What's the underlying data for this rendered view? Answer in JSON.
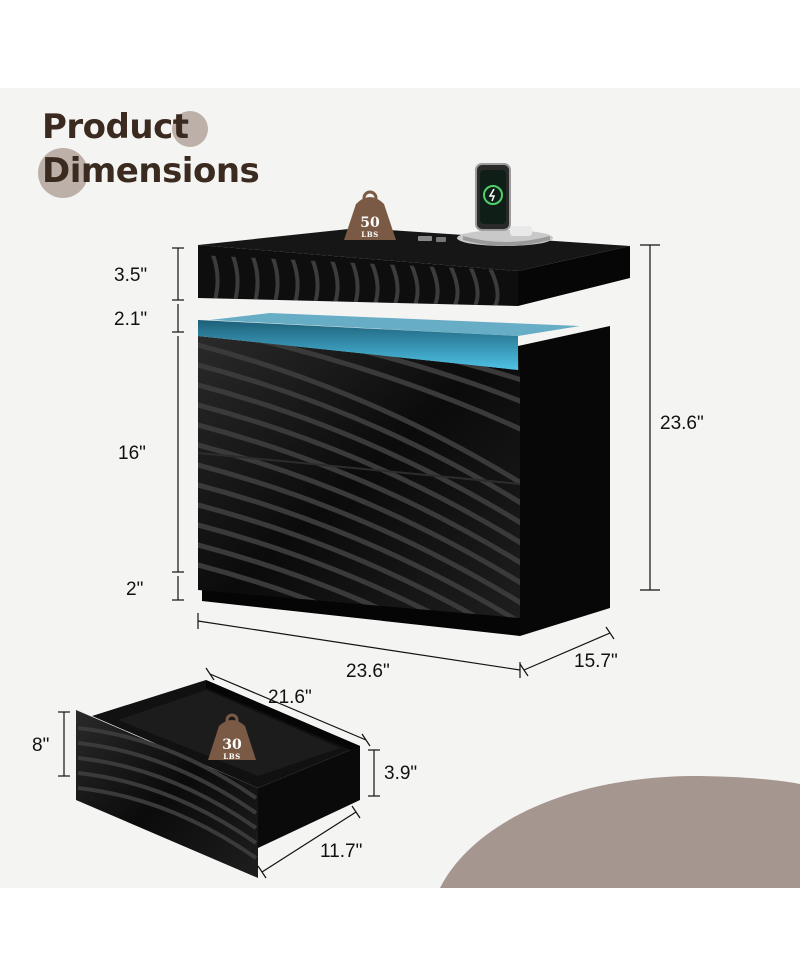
{
  "title": {
    "line1": "Product",
    "line2": "Dimensions"
  },
  "weight_badges": {
    "top_capacity": "50",
    "drawer_capacity": "30",
    "unit": "LBS"
  },
  "dimensions": {
    "top_thickness": "3.5\"",
    "light_gap": "2.1\"",
    "drawers_height": "16\"",
    "base_height": "2\"",
    "total_height": "23.6\"",
    "width": "23.6\"",
    "depth": "15.7\"",
    "drawer_depth": "21.6\"",
    "drawer_height": "8\"",
    "drawer_inner_height": "3.9\"",
    "drawer_width": "11.7\""
  },
  "colors": {
    "accent_blob": "#a59690",
    "title_text": "#3b2a1f",
    "led_glow": "#38a6c8",
    "furniture": "#0c0c0c",
    "badge": "#7a5a44",
    "background": "#f4f4f3"
  },
  "icons": [
    "weight-50-icon",
    "weight-30-icon",
    "wireless-charger-icon",
    "usb-port-icon"
  ]
}
